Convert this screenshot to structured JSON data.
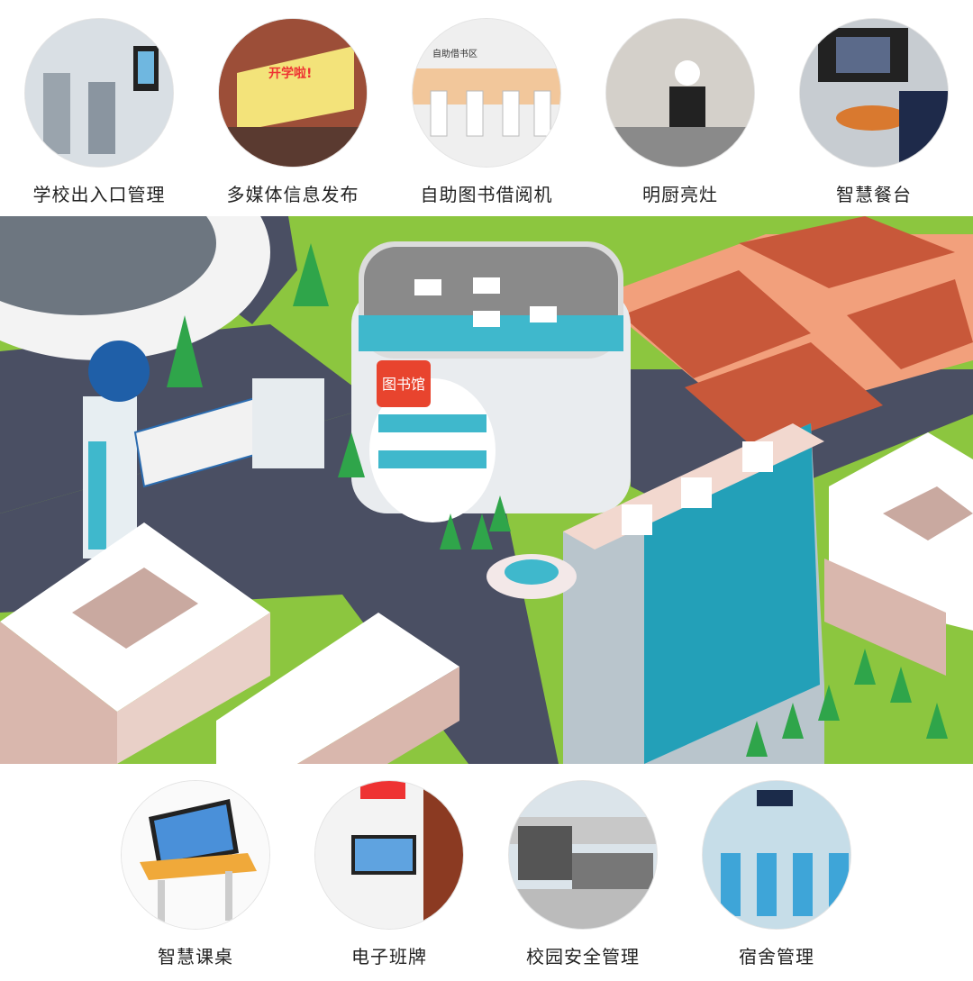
{
  "top_features": [
    {
      "label": "学校出入口管理",
      "icon": "access-gate"
    },
    {
      "label": "多媒体信息发布",
      "icon": "billboard",
      "photo_text": "开学啦!"
    },
    {
      "label": "自助图书借阅机",
      "icon": "book-kiosk",
      "photo_text": "自助借书区"
    },
    {
      "label": "明厨亮灶",
      "icon": "kitchen"
    },
    {
      "label": "智慧餐台",
      "icon": "smart-canteen"
    }
  ],
  "map": {
    "library_sign": "图书馆"
  },
  "bottom_features": [
    {
      "label": "智慧课桌",
      "icon": "smart-desk"
    },
    {
      "label": "电子班牌",
      "icon": "class-board"
    },
    {
      "label": "校园安全管理",
      "icon": "campus-gate"
    },
    {
      "label": "宿舍管理",
      "icon": "dorm-turnstile"
    }
  ],
  "colors": {
    "grass": "#8cc63f",
    "road": "#4a4f63",
    "court": "#c8583a",
    "court_surround": "#f2a07c",
    "glass": "#3fb8cc",
    "sign": "#e8442e"
  }
}
